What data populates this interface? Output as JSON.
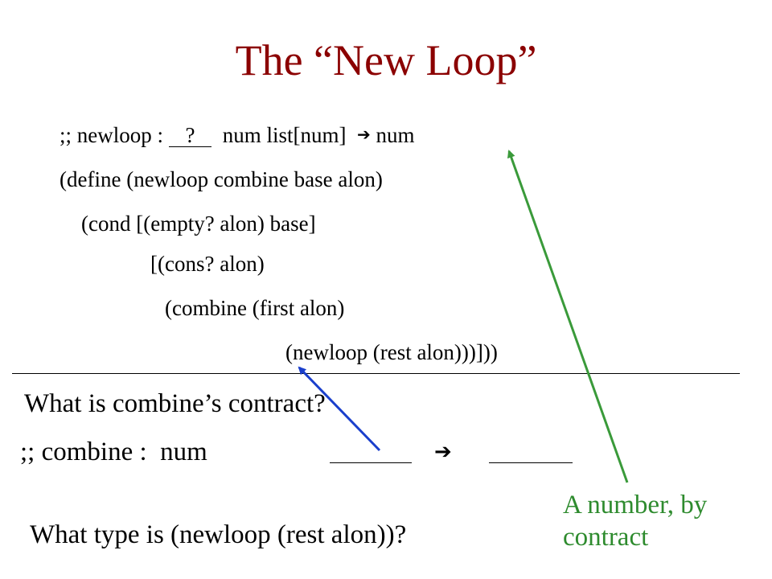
{
  "slide": {
    "title": "The “New Loop”",
    "title_color": "#8b0000",
    "code_lines": [
      ";; newloop : ",
      "(define (newloop combine base alon)",
      "(cond [(empty? alon) base]",
      "[(cons? alon)",
      "(combine (first alon)",
      "(newloop (rest alon)))]))"
    ],
    "contract_blank": " ? ",
    "contract_rest": "num list[num]",
    "arrow": "➔",
    "contract_result": "num",
    "question1": "What is combine’s contract?",
    "combine_prefix": ";; combine :",
    "combine_arg": "num",
    "question2": "What type is (newloop (rest alon))?",
    "annotation": {
      "line1": "A number, by",
      "line2": "contract",
      "color": "#2e8b2e"
    },
    "arrow_colors": {
      "blue": "#1a3fcc",
      "green": "#3a9a3a"
    }
  }
}
